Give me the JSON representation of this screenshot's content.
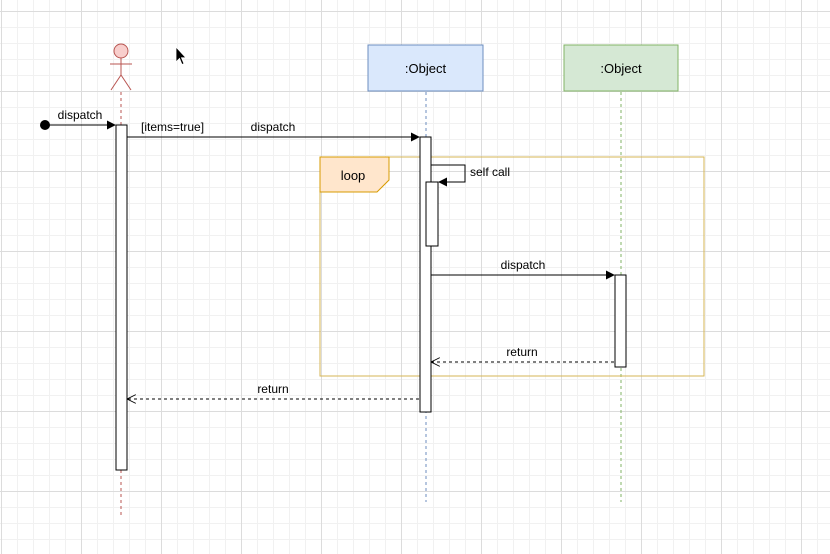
{
  "diagram": {
    "colors": {
      "actor_stroke": "#b85450",
      "actor_fill": "#f8cecc",
      "object1_fill": "#dae8fc",
      "object1_stroke": "#6c8ebf",
      "object2_fill": "#d5e8d4",
      "object2_stroke": "#82b366",
      "loop_stroke": "#d6b656",
      "loop_fill": "#ffe6cc",
      "loop_label_stroke": "#d79b00"
    },
    "participants": [
      {
        "id": "actor",
        "label": "",
        "kind": "actor"
      },
      {
        "id": "object1",
        "label": ":Object",
        "kind": "object"
      },
      {
        "id": "object2",
        "label": ":Object",
        "kind": "object"
      }
    ],
    "messages": [
      {
        "id": "found",
        "label": "dispatch",
        "type": "sync"
      },
      {
        "id": "m1",
        "label": "dispatch",
        "guard": "[items=true]",
        "type": "sync"
      },
      {
        "id": "m2",
        "label": "self call",
        "type": "self"
      },
      {
        "id": "m3",
        "label": "dispatch",
        "type": "sync"
      },
      {
        "id": "r1",
        "label": "return",
        "type": "return"
      },
      {
        "id": "r2",
        "label": "return",
        "type": "return"
      }
    ],
    "fragments": [
      {
        "id": "loop",
        "label": "loop"
      }
    ]
  }
}
